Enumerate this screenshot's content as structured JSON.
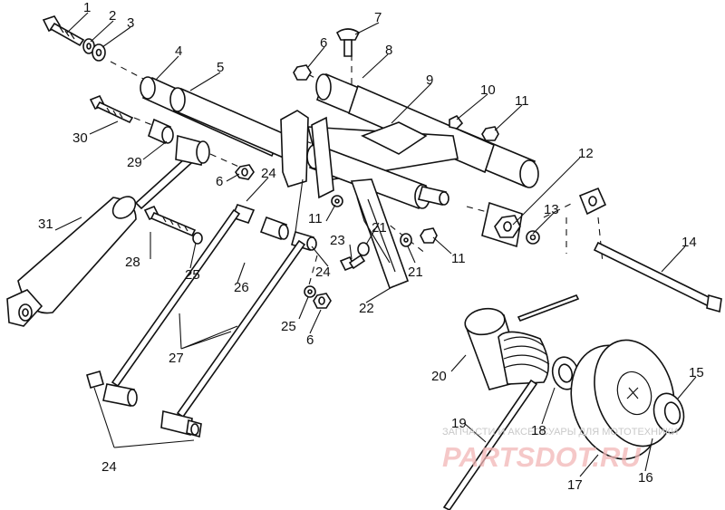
{
  "labels": {
    "n1": "1",
    "n2": "2",
    "n3": "3",
    "n4": "4",
    "n5": "5",
    "n6a": "6",
    "n6b": "6",
    "n6c": "6",
    "n7": "7",
    "n8": "8",
    "n9": "9",
    "n10": "10",
    "n11a": "11",
    "n11b": "11",
    "n11c": "11",
    "n12": "12",
    "n13": "13",
    "n14": "14",
    "n15": "15",
    "n16": "16",
    "n17": "17",
    "n18": "18",
    "n19": "19",
    "n20": "20",
    "n21a": "21",
    "n21b": "21",
    "n22": "22",
    "n23": "23",
    "n24a": "24",
    "n24b": "24",
    "n24c": "24",
    "n25a": "25",
    "n25b": "25",
    "n26": "26",
    "n27": "27",
    "n28": "28",
    "n29": "29",
    "n30": "30",
    "n31": "31"
  },
  "watermark": {
    "top_text": "ЗАПЧАСТИ И АКСЕССУАРЫ ДЛЯ МОТОТЕХНИКИ",
    "brand": "PARTSDOT.RU"
  },
  "colors": {
    "line": "#111111",
    "watermark_red": "#e04848",
    "watermark_gray": "#c9c9c9"
  }
}
